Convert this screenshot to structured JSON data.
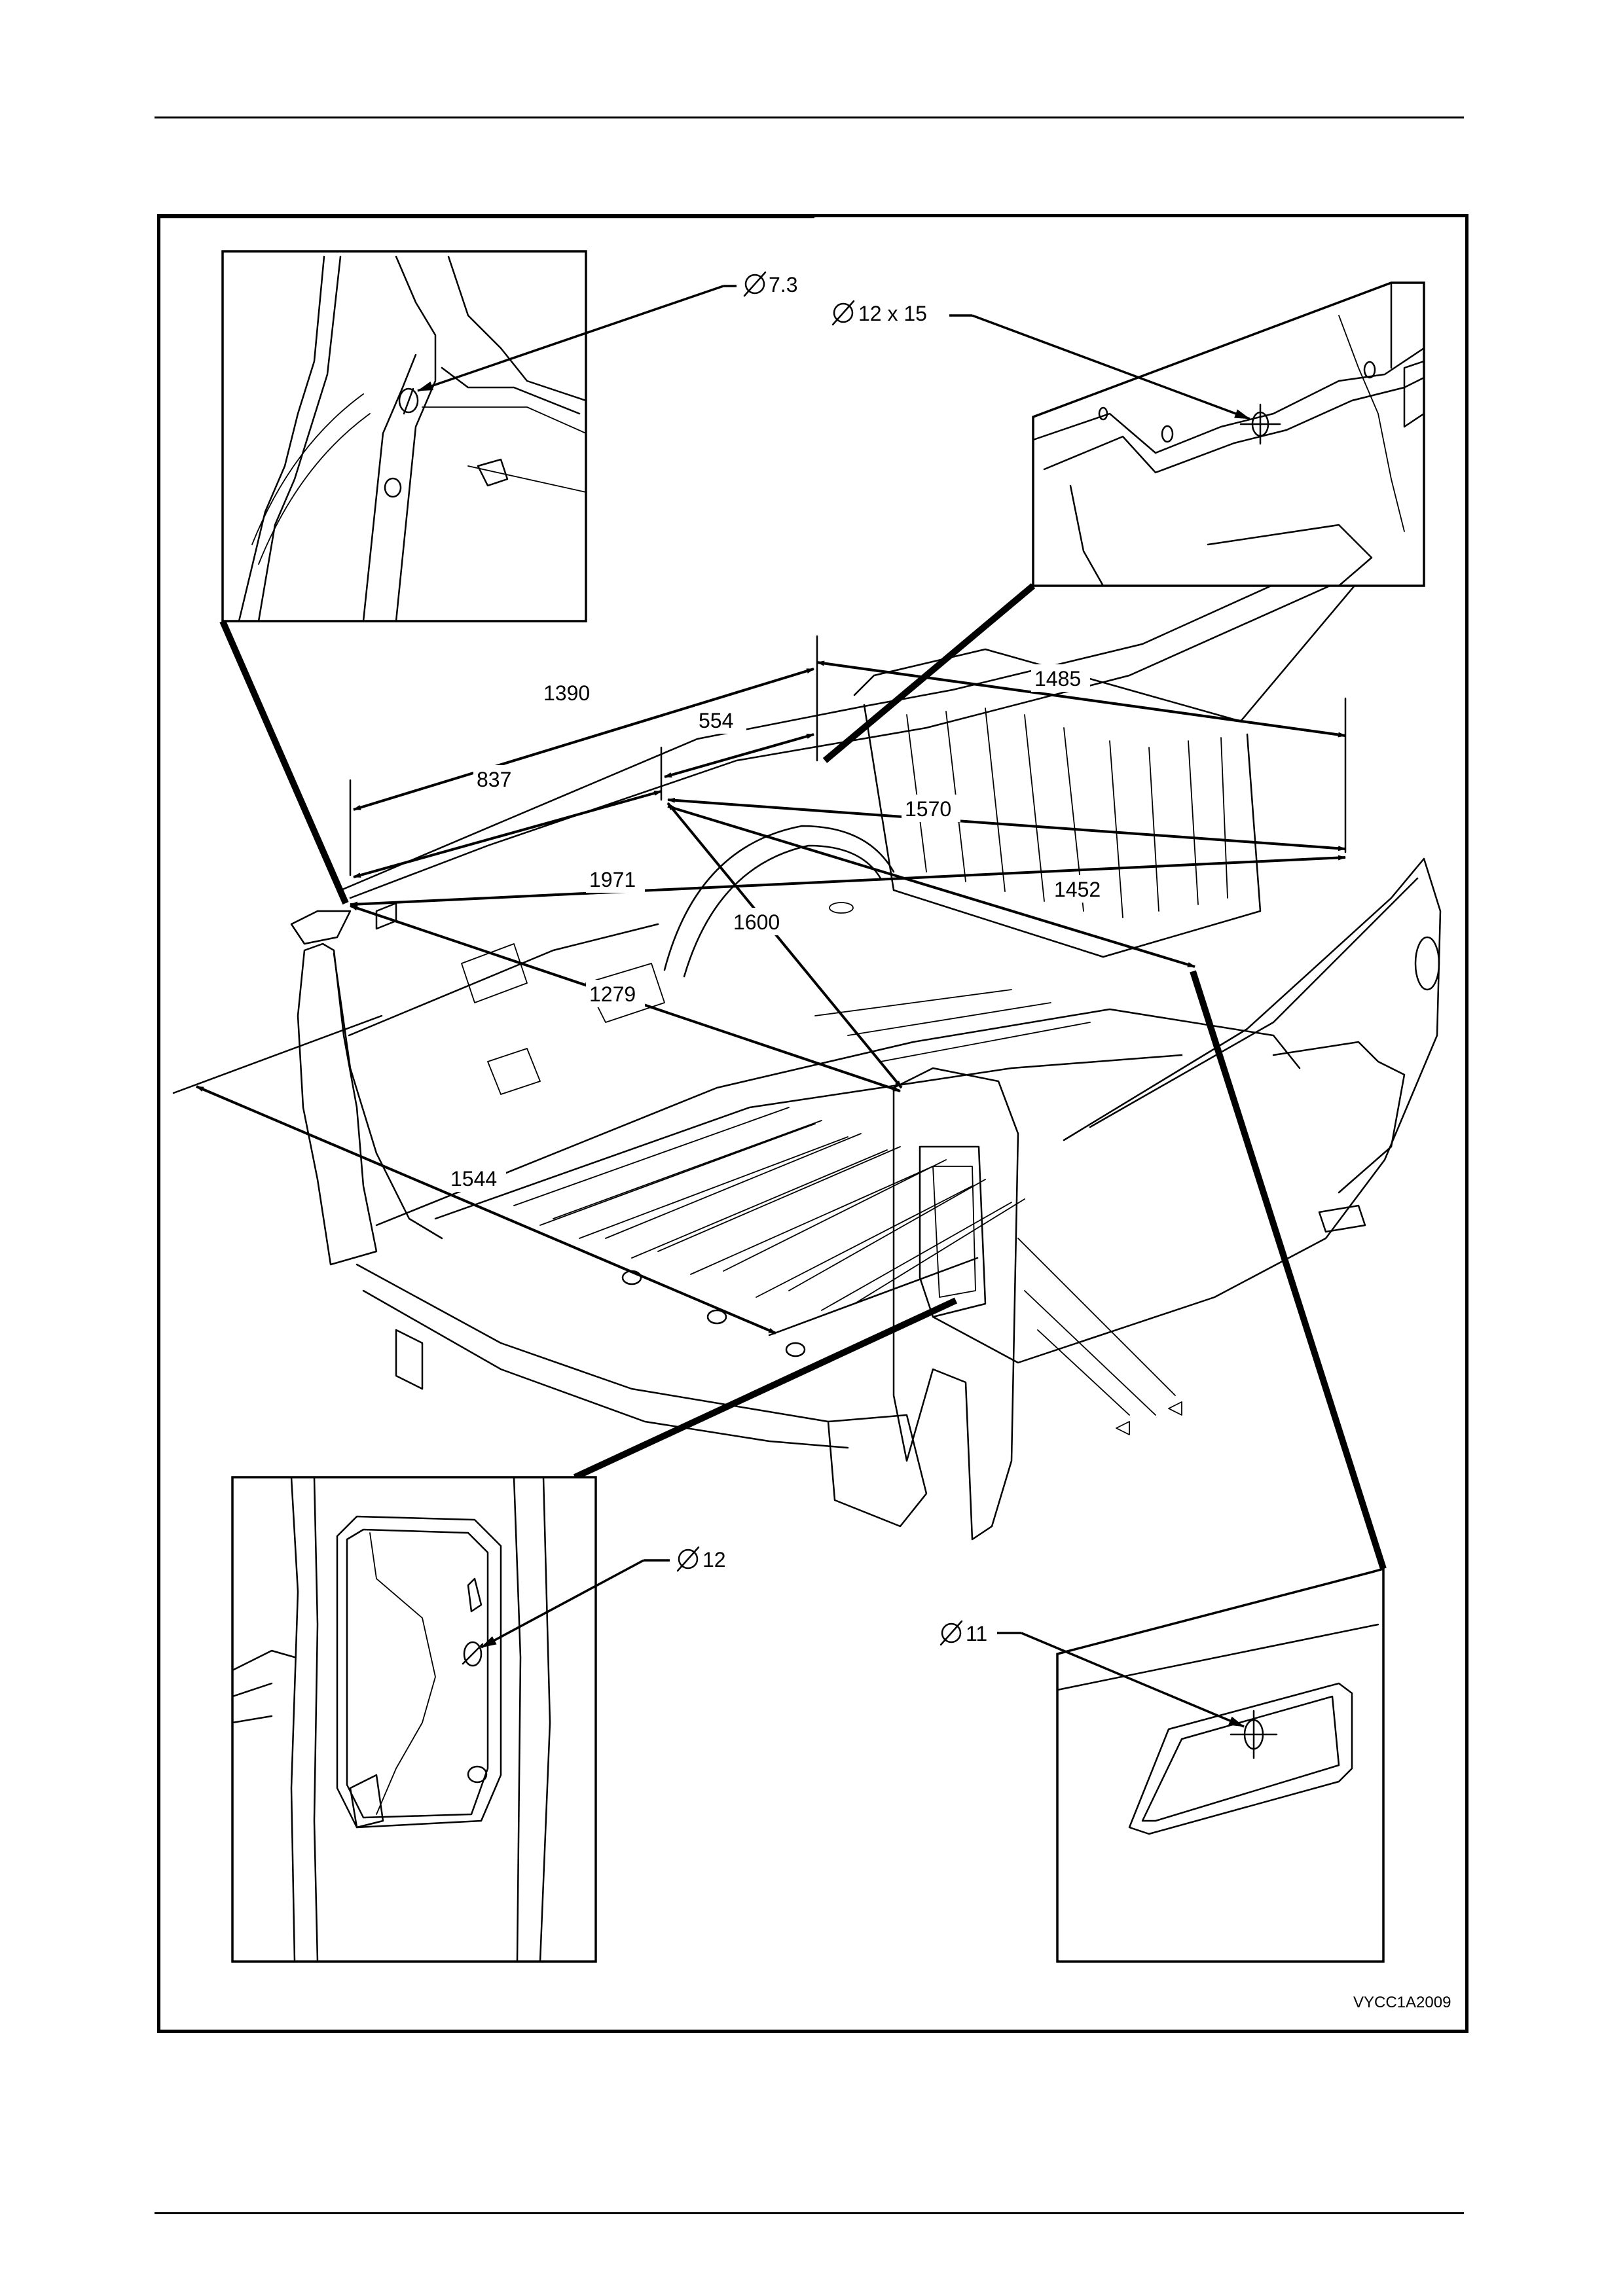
{
  "dimensions": {
    "d1390": "1390",
    "d554": "554",
    "d1485": "1485",
    "d837": "837",
    "d1570": "1570",
    "d1971": "1971",
    "d1452": "1452",
    "d1600": "1600",
    "d1279": "1279",
    "d1544": "1544"
  },
  "holes": {
    "top_left": "7.3",
    "top_right": "12 x 15",
    "bottom_left": "12",
    "bottom_right": "11"
  },
  "figure_id": "VYCC1A2009"
}
